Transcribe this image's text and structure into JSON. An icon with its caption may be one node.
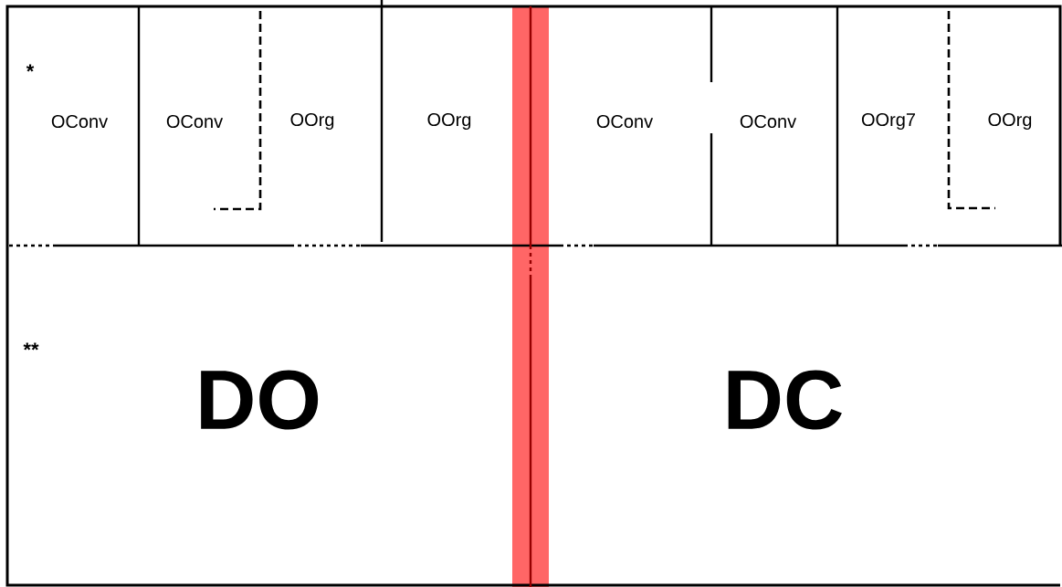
{
  "diagram": {
    "labels": [
      "*",
      "OConv",
      "OConv",
      "OOrg",
      "OOrg",
      "OConv",
      "OConv",
      "OOrg7",
      "OOrg",
      "**",
      "DO",
      "DC"
    ]
  }
}
